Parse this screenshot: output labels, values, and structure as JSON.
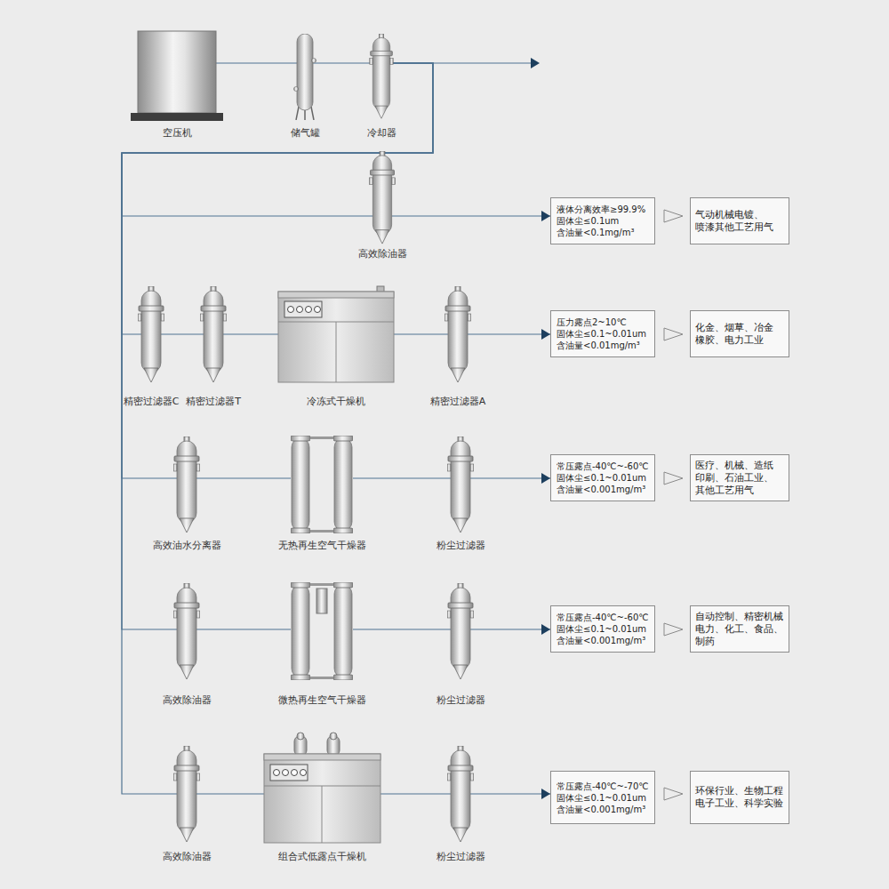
{
  "diagram": {
    "nodes": [
      {
        "text": [
          "空压机"
        ]
      },
      {
        "text": [
          "储气罐"
        ]
      },
      {
        "text": [
          "冷却器"
        ]
      },
      {
        "text": [
          "高效除油器"
        ]
      },
      {
        "text": [
          "液体分离效率≥99.9%",
          "固体尘≤0.1um",
          "含油量<0.1mg/m³"
        ]
      },
      {
        "text": [
          "气动机械电镀、 喷漆其他工艺用气"
        ]
      },
      {
        "text": [
          "精密过滤器C"
        ]
      },
      {
        "text": [
          "精密过滤器T"
        ]
      },
      {
        "text": [
          "冷冻式干燥机"
        ]
      },
      {
        "text": [
          "精密过滤器A"
        ]
      },
      {
        "text": [
          "压力露点2~10℃",
          "固体尘≤0.1~0.01um",
          "含油量<0.01mg/m³"
        ]
      },
      {
        "text": [
          "化金、烟草、冶金 橡胶、电力工业"
        ]
      },
      {
        "text": [
          "高效油水分离器"
        ]
      },
      {
        "text": [
          "无热再生空气干燥器"
        ]
      },
      {
        "text": [
          "粉尘过滤器"
        ]
      },
      {
        "text": [
          "常压露点-40℃~-60℃",
          "固体尘≤0.1~0.01um",
          "含油量<0.001mg/m³"
        ]
      },
      {
        "text": [
          "医疗、机械、造纸 印刷、石油工业、 其他工艺用气"
        ]
      },
      {
        "text": [
          "高效除油器"
        ]
      },
      {
        "text": [
          "微热再生空气干燥器"
        ]
      },
      {
        "text": [
          "粉尘过滤器"
        ]
      },
      {
        "text": [
          "常压露点-40℃~-60℃",
          "固体尘≤0.1~0.01um",
          "含油量<0.001mg/m³"
        ]
      },
      {
        "text": [
          "自动控制、精密机械 电力、化工、食品、 制药"
        ]
      },
      {
        "text": [
          "高效除油器"
        ]
      },
      {
        "text": [
          "组合式低露点干燥机"
        ]
      },
      {
        "text": [
          "粉尘过滤器"
        ]
      },
      {
        "text": [
          "常压露点-40℃~-70℃",
          "固体尘≤0.1~0.01um",
          "含油量<0.001mg/m³"
        ]
      },
      {
        "text": [
          "环保行业、生物工程 电子工业、科学实验"
        ]
      }
    ],
    "edges": [
      {
        "from": 0,
        "to": 1,
        "arrow": "none"
      },
      {
        "from": 1,
        "to": 2,
        "arrow": "none"
      },
      {
        "from": 2,
        "to": 3,
        "arrow": "none"
      },
      {
        "from": 3,
        "to": 4,
        "arrow": "to"
      },
      {
        "from": 4,
        "to": 5,
        "arrow": "to"
      },
      {
        "from": 2,
        "to": 6,
        "arrow": "none"
      },
      {
        "from": 6,
        "to": 7,
        "arrow": "none"
      },
      {
        "from": 7,
        "to": 8,
        "arrow": "none"
      },
      {
        "from": 8,
        "to": 9,
        "arrow": "none"
      },
      {
        "from": 9,
        "to": 10,
        "arrow": "to"
      },
      {
        "from": 10,
        "to": 11,
        "arrow": "to"
      },
      {
        "from": 2,
        "to": 12,
        "arrow": "none"
      },
      {
        "from": 12,
        "to": 13,
        "arrow": "none"
      },
      {
        "from": 13,
        "to": 14,
        "arrow": "none"
      },
      {
        "from": 14,
        "to": 15,
        "arrow": "to"
      },
      {
        "from": 15,
        "to": 16,
        "arrow": "to"
      },
      {
        "from": 2,
        "to": 17,
        "arrow": "none"
      },
      {
        "from": 17,
        "to": 18,
        "arrow": "none"
      },
      {
        "from": 18,
        "to": 19,
        "arrow": "none"
      },
      {
        "from": 19,
        "to": 20,
        "arrow": "to"
      },
      {
        "from": 20,
        "to": 21,
        "arrow": "to"
      },
      {
        "from": 2,
        "to": 22,
        "arrow": "none"
      },
      {
        "from": 22,
        "to": 23,
        "arrow": "none"
      },
      {
        "from": 23,
        "to": 24,
        "arrow": "none"
      },
      {
        "from": 24,
        "to": 25,
        "arrow": "to"
      },
      {
        "from": 25,
        "to": 26,
        "arrow": "to"
      }
    ]
  }
}
